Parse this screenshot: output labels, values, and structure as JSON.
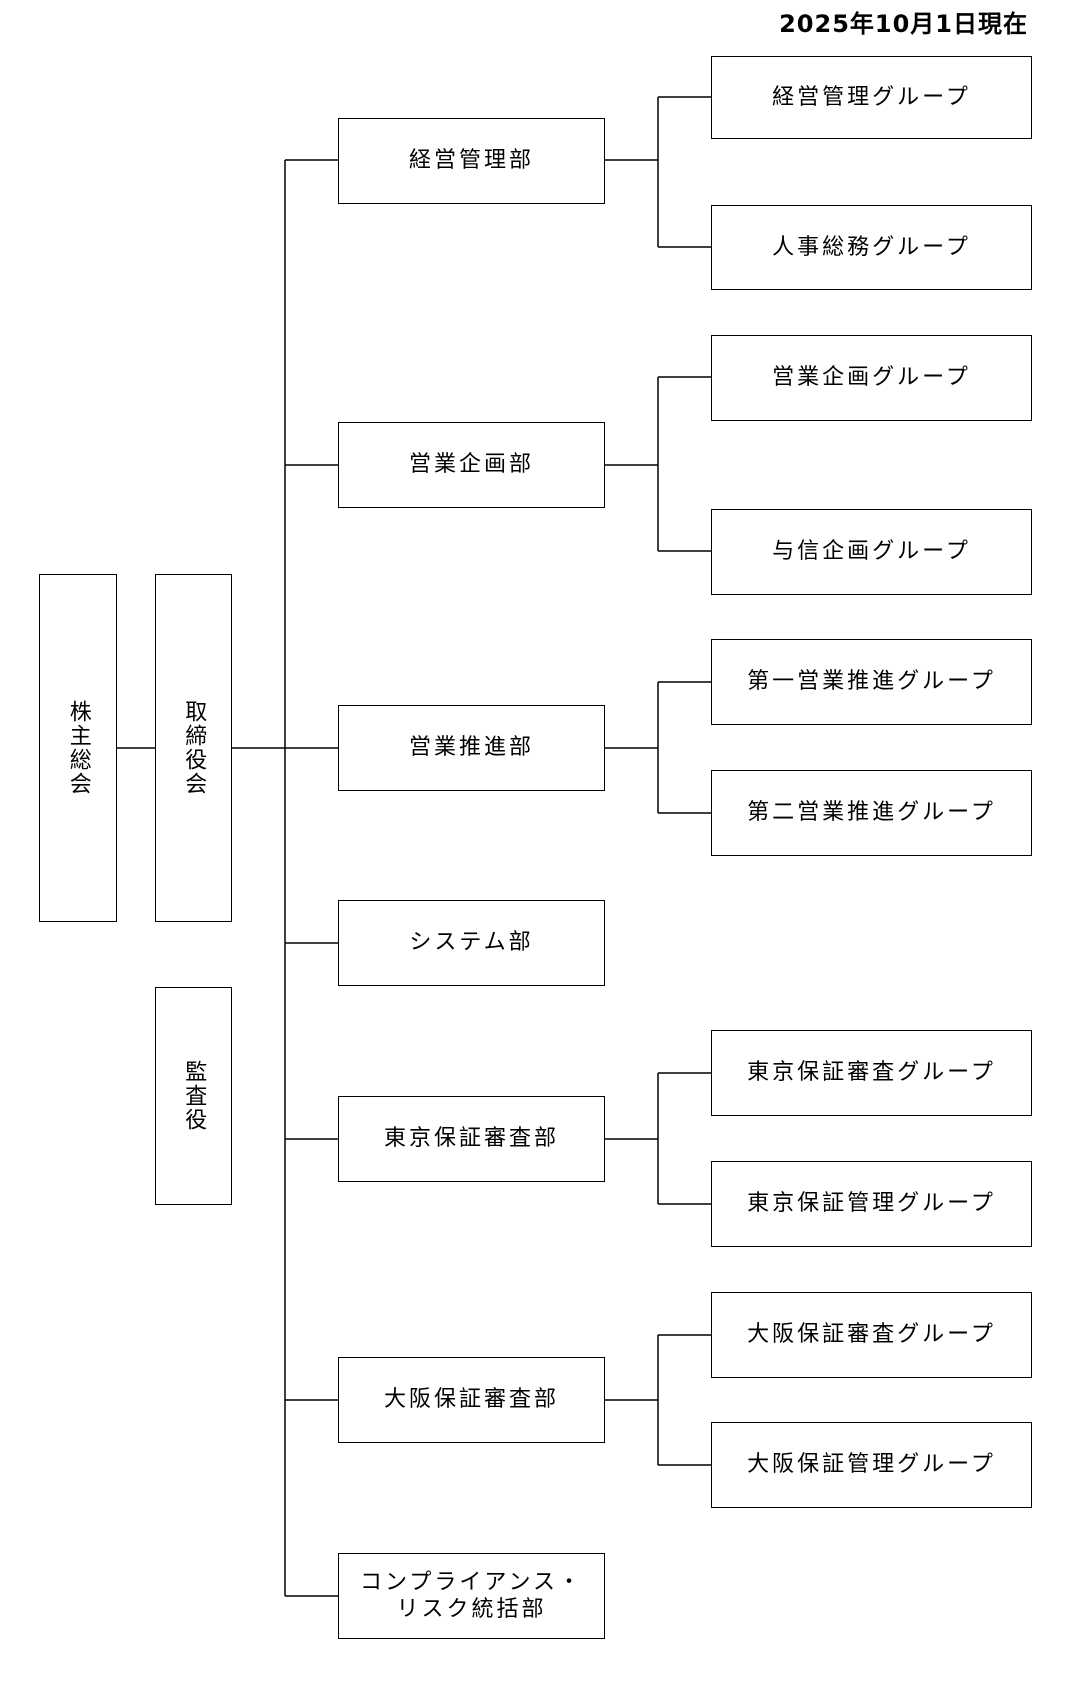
{
  "as_of": "2025年10月1日現在",
  "shareholders_meeting": "株主総会",
  "board": "取締役会",
  "auditor": "監査役",
  "departments": [
    {
      "name": "経営管理部",
      "groups": [
        "経営管理グループ",
        "人事総務グループ"
      ]
    },
    {
      "name": "営業企画部",
      "groups": [
        "営業企画グループ",
        "与信企画グループ"
      ]
    },
    {
      "name": "営業推進部",
      "groups": [
        "第一営業推進グループ",
        "第二営業推進グループ"
      ]
    },
    {
      "name": "システム部",
      "groups": []
    },
    {
      "name": "東京保証審査部",
      "groups": [
        "東京保証審査グループ",
        "東京保証管理グループ"
      ]
    },
    {
      "name": "大阪保証審査部",
      "groups": [
        "大阪保証審査グループ",
        "大阪保証管理グループ"
      ]
    },
    {
      "name": "コンプライアンス・\nリスク統括部",
      "groups": []
    }
  ]
}
